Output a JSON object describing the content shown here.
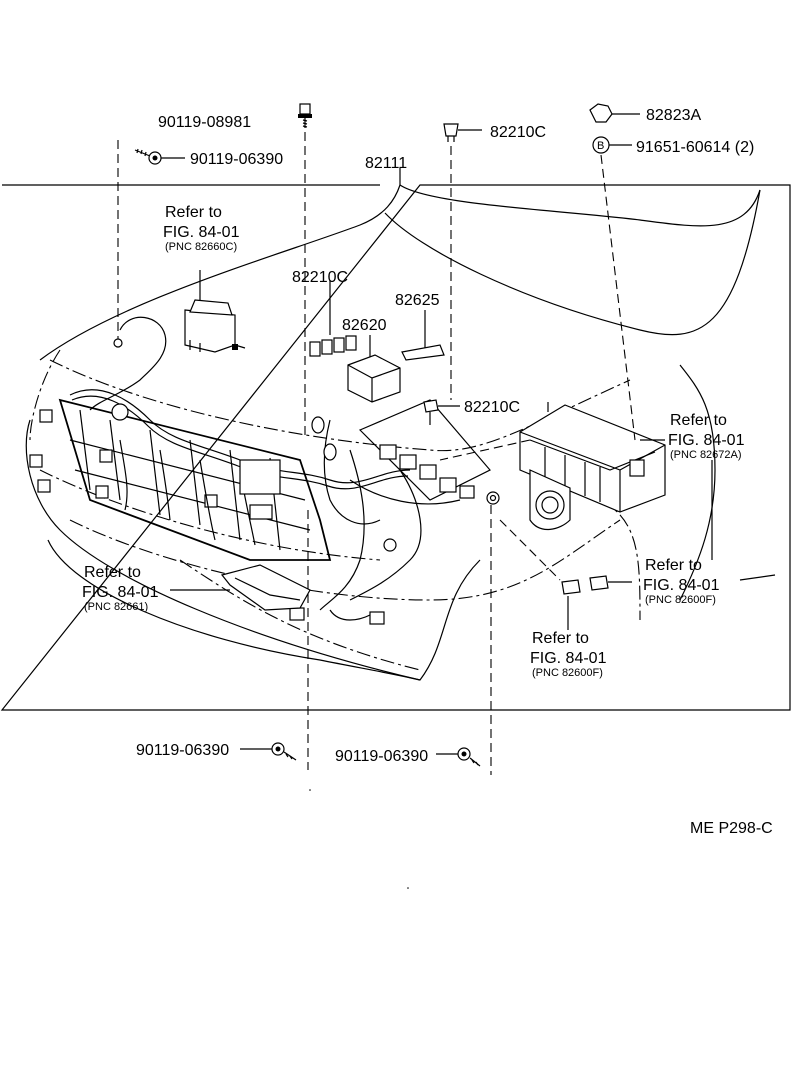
{
  "callouts": {
    "bolt_top": "90119-08981",
    "bolt_left": "90119-06390",
    "clip_top": "82210C",
    "cap": "82823A",
    "bolt_b": "91651-60614 (2)",
    "hood": "82111",
    "relay_label": "82210C",
    "wire_clip": "82625",
    "relay_block": "82620",
    "clip_right": "82210C",
    "bolt_bottom_left": "90119-06390",
    "bolt_bottom_mid": "90119-06390",
    "b_marker": "B"
  },
  "refs": {
    "top_left": {
      "refer": "Refer to",
      "fig": "FIG. 84-01",
      "pnc": "(PNC 82660C)"
    },
    "right_box": {
      "refer": "Refer to",
      "fig": "FIG. 84-01",
      "pnc": "(PNC 82672A)"
    },
    "left_mid": {
      "refer": "Refer to",
      "fig": "FIG. 84-01",
      "pnc": "(PNC 82661)"
    },
    "right_lower": {
      "refer": "Refer to",
      "fig": "FIG. 84-01",
      "pnc": "(PNC 82600F)"
    },
    "bottom_center": {
      "refer": "Refer to",
      "fig": "FIG. 84-01",
      "pnc": "(PNC 82600F)"
    }
  },
  "figure_code": "ME P298-C"
}
